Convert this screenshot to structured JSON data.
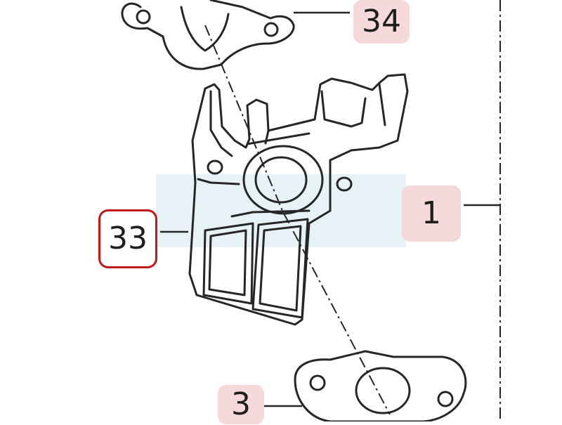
{
  "diagram": {
    "callouts": [
      {
        "id": "34",
        "label": "34",
        "style": "pink"
      },
      {
        "id": "1",
        "label": "1",
        "style": "pink"
      },
      {
        "id": "33",
        "label": "33",
        "style": "boxed"
      },
      {
        "id": "3",
        "label": "3",
        "style": "pink"
      }
    ],
    "colors": {
      "line": "#262626",
      "callout_bg": "#f6d9da",
      "highlight_border": "#c0191c",
      "watermark_band": "#e3f0f6"
    }
  }
}
